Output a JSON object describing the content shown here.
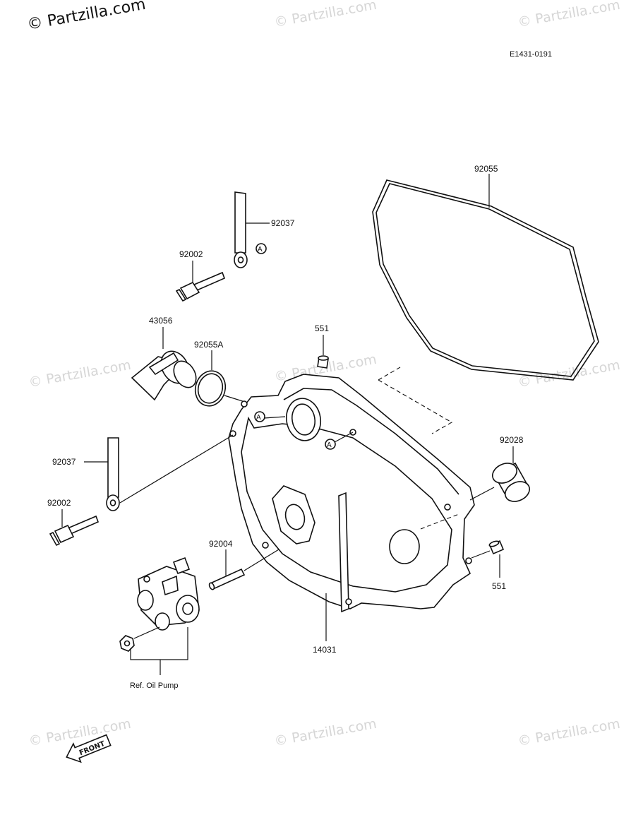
{
  "diagram_code": "E1431-0191",
  "watermarks": {
    "top_left": "© Partzilla.com",
    "repeat": "© Partzilla.com"
  },
  "callout_marker": "A",
  "front_label": "FRONT",
  "parts": {
    "gasket": "92055",
    "strap_upper": "92037",
    "bolt_upper": "92002",
    "oil_cap": "43056",
    "oring": "92055A",
    "dowel_upper": "551",
    "bushing": "92028",
    "strap_lower": "92037",
    "bolt_lower": "92002",
    "stud": "92004",
    "dowel_lower": "551",
    "cover": "14031"
  },
  "ref_label": "Ref. Oil Pump"
}
